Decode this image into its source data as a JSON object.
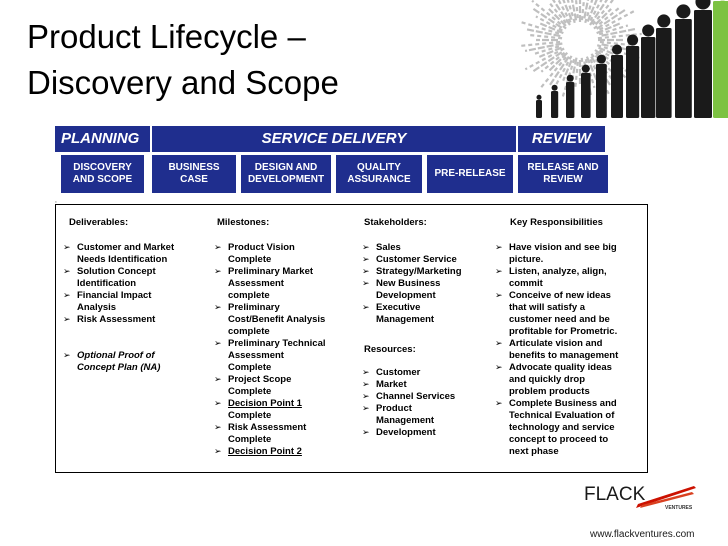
{
  "title": {
    "line1": "Product Lifecycle –",
    "line2": "Discovery and Scope"
  },
  "colors": {
    "header_bg": "#1f2e8e",
    "header_text": "#ffffff",
    "logo_accent": "#cc1100"
  },
  "phases": {
    "planning": "PLANNING",
    "service": "SERVICE DELIVERY",
    "review": "REVIEW"
  },
  "stages": [
    {
      "l1": "DISCOVERY",
      "l2": "AND SCOPE"
    },
    {
      "l1": "BUSINESS",
      "l2": "CASE"
    },
    {
      "l1": "DESIGN AND",
      "l2": "DEVELOPMENT"
    },
    {
      "l1": "QUALITY",
      "l2": "ASSURANCE"
    },
    {
      "l1": "PRE-RELEASE",
      "l2": ""
    },
    {
      "l1": "RELEASE AND",
      "l2": "REVIEW"
    }
  ],
  "deliverables": {
    "heading": "Deliverables:",
    "items": [
      [
        "Customer and Market",
        "Needs Identification"
      ],
      [
        "Solution Concept",
        "Identification"
      ],
      [
        "Financial Impact",
        "Analysis"
      ],
      [
        "Risk Assessment"
      ]
    ],
    "optional": [
      "Optional Proof of",
      "Concept Plan (NA)"
    ]
  },
  "milestones": {
    "heading": "Milestones:",
    "items": [
      [
        "Product Vision",
        "Complete"
      ],
      [
        "Preliminary Market",
        "Assessment",
        "complete"
      ],
      [
        "Preliminary",
        "Cost/Benefit Analysis",
        "complete"
      ],
      [
        "Preliminary Technical",
        "Assessment",
        "Complete"
      ],
      [
        "Project Scope",
        "Complete"
      ],
      [
        "Decision Point 1",
        "Complete"
      ],
      [
        "Risk Assessment",
        "Complete"
      ],
      [
        "Decision Point 2"
      ]
    ]
  },
  "stakeholders": {
    "heading": "Stakeholders:",
    "items": [
      [
        "Sales"
      ],
      [
        "Customer Service"
      ],
      [
        "Strategy/Marketing"
      ],
      [
        "New Business",
        "Development"
      ],
      [
        "Executive",
        "Management"
      ]
    ]
  },
  "resources": {
    "heading": "Resources:",
    "items": [
      [
        "Customer"
      ],
      [
        "Market"
      ],
      [
        "Channel Services"
      ],
      [
        "Product",
        "Management"
      ],
      [
        "Development"
      ]
    ]
  },
  "responsibilities": {
    "heading": "Key Responsibilities",
    "items": [
      [
        "Have vision and see big",
        "picture."
      ],
      [
        "Listen, analyze, align,",
        "commit"
      ],
      [
        "Conceive of new ideas",
        "that will satisfy a",
        "customer need and be",
        "profitable for Prometric."
      ],
      [
        "Articulate vision and",
        "benefits  to management"
      ],
      [
        "Advocate quality ideas",
        "and quickly drop",
        "problem products"
      ],
      [
        "Complete Business and",
        "Technical Evaluation of",
        "technology and service",
        "concept to proceed to",
        "next phase"
      ]
    ]
  },
  "logo": {
    "name": "FLACK",
    "sub": "VENTURES",
    "url": "www.flackventures.com"
  }
}
